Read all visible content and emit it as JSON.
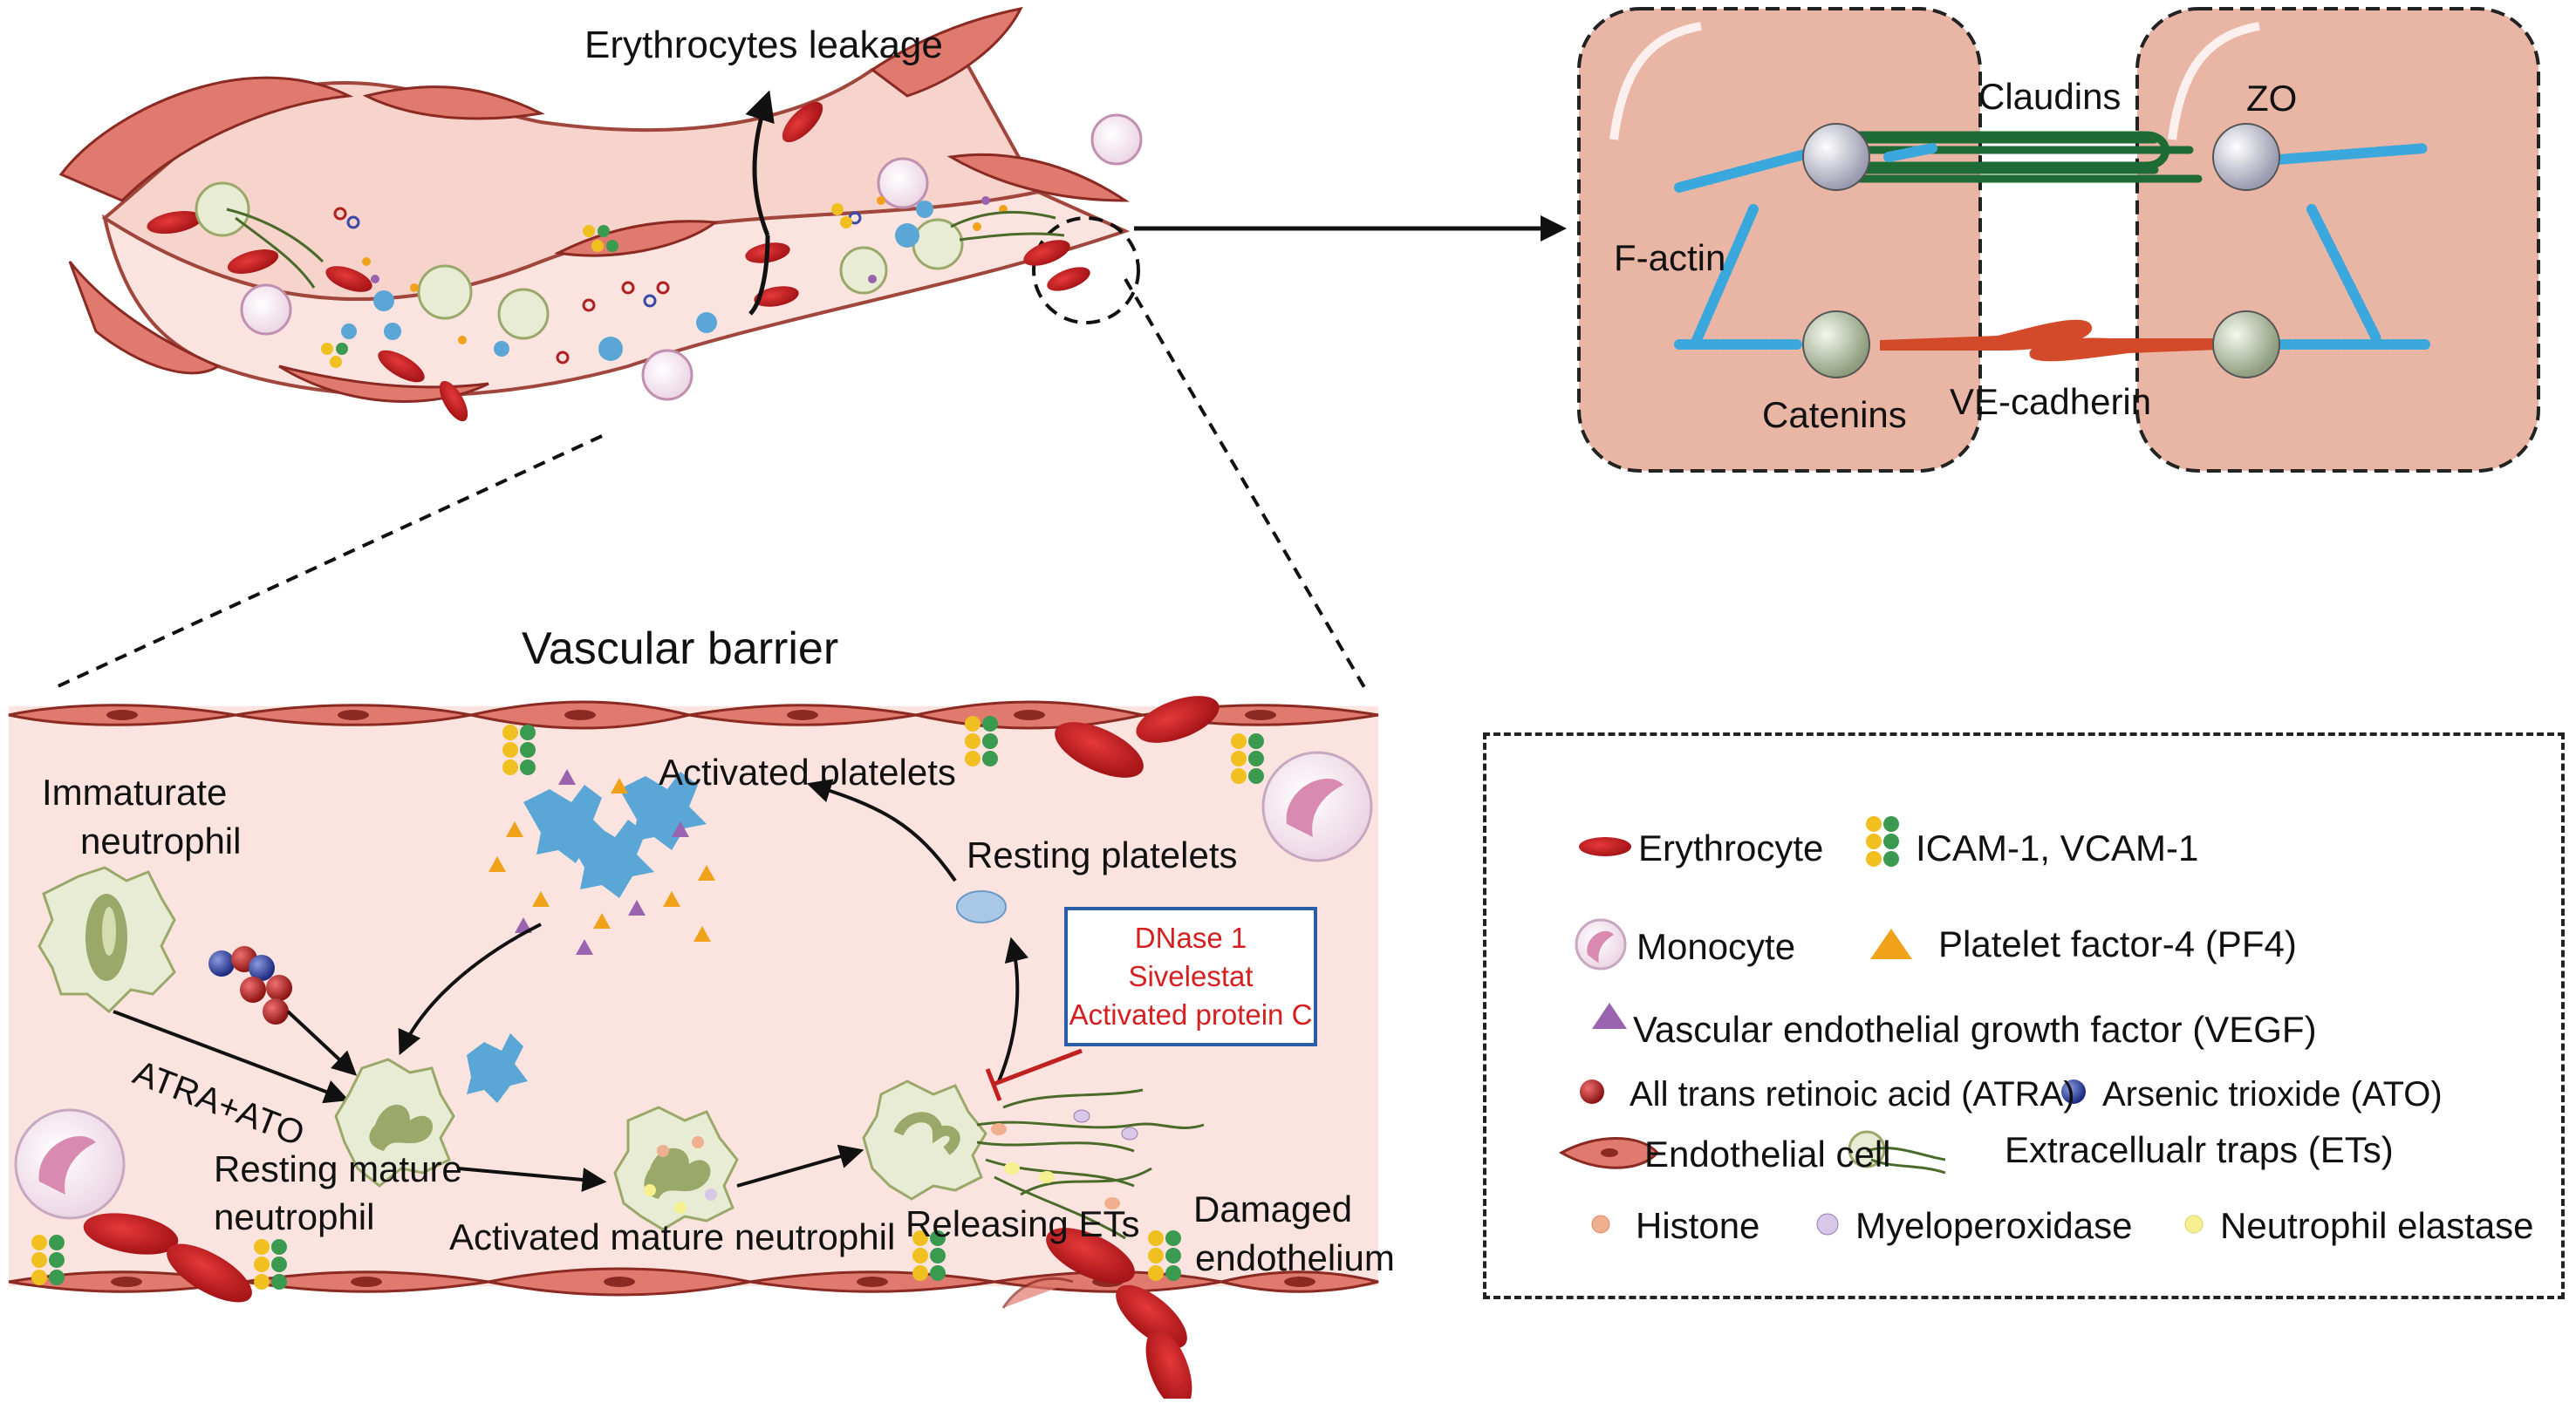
{
  "top_vessel": {
    "leakage_label": "Erythrocytes leakage"
  },
  "junction": {
    "claudins": "Claudins",
    "zo": "ZO",
    "f_actin": "F-actin",
    "catenins": "Catenins",
    "ve_cadherin": "VE-cadherin"
  },
  "barrier": {
    "title": "Vascular barrier",
    "immature_neutrophil": [
      "Immaturate",
      "neutrophil"
    ],
    "atra_ato": "ATRA+ATO",
    "activated_platelets": "Activated platelets",
    "resting_platelets": "Resting platelets",
    "resting_mature": [
      "Resting mature",
      "neutrophil"
    ],
    "activated_mature": "Activated mature neutrophil",
    "releasing_ets": "Releasing ETs",
    "damaged_endothelium": [
      "Damaged",
      "endothelium"
    ],
    "drugs": [
      "DNase 1",
      "Sivelestat",
      "Activated protein C"
    ]
  },
  "legend": {
    "erythrocyte": "Erythrocyte",
    "icam": "ICAM-1, VCAM-1",
    "monocyte": "Monocyte",
    "pf4": "Platelet factor-4 (PF4)",
    "vegf": "Vascular endothelial growth factor (VEGF)",
    "atra": "All trans retinoic acid (ATRA)",
    "ato": "Arsenic trioxide (ATO)",
    "endothelial": "Endothelial cell",
    "ets": "Extracellualr traps (ETs)",
    "histone": "Histone",
    "myeloperoxidase": "Myeloperoxidase",
    "elastase": "Neutrophil elastase"
  },
  "colors": {
    "erythrocyte": "#c8161b",
    "endothelial": "#e07a6e",
    "vessel_lumen": "#fbe4df",
    "cell_panel": "#e9b6a5",
    "platelet": "#5aa6d6",
    "neutrophil_body": "#e8ecd4",
    "nucleus": "#9aa86a",
    "claudin": "#1f6b35",
    "cadherin": "#d24a2a",
    "actin": "#3aa8dc",
    "pf4": "#f0a21a",
    "vegf": "#9a63b0",
    "atra": "#b02020",
    "ato": "#3a4aa8",
    "drug_box": "#2b5ea8",
    "drug_text": "#d42020"
  }
}
